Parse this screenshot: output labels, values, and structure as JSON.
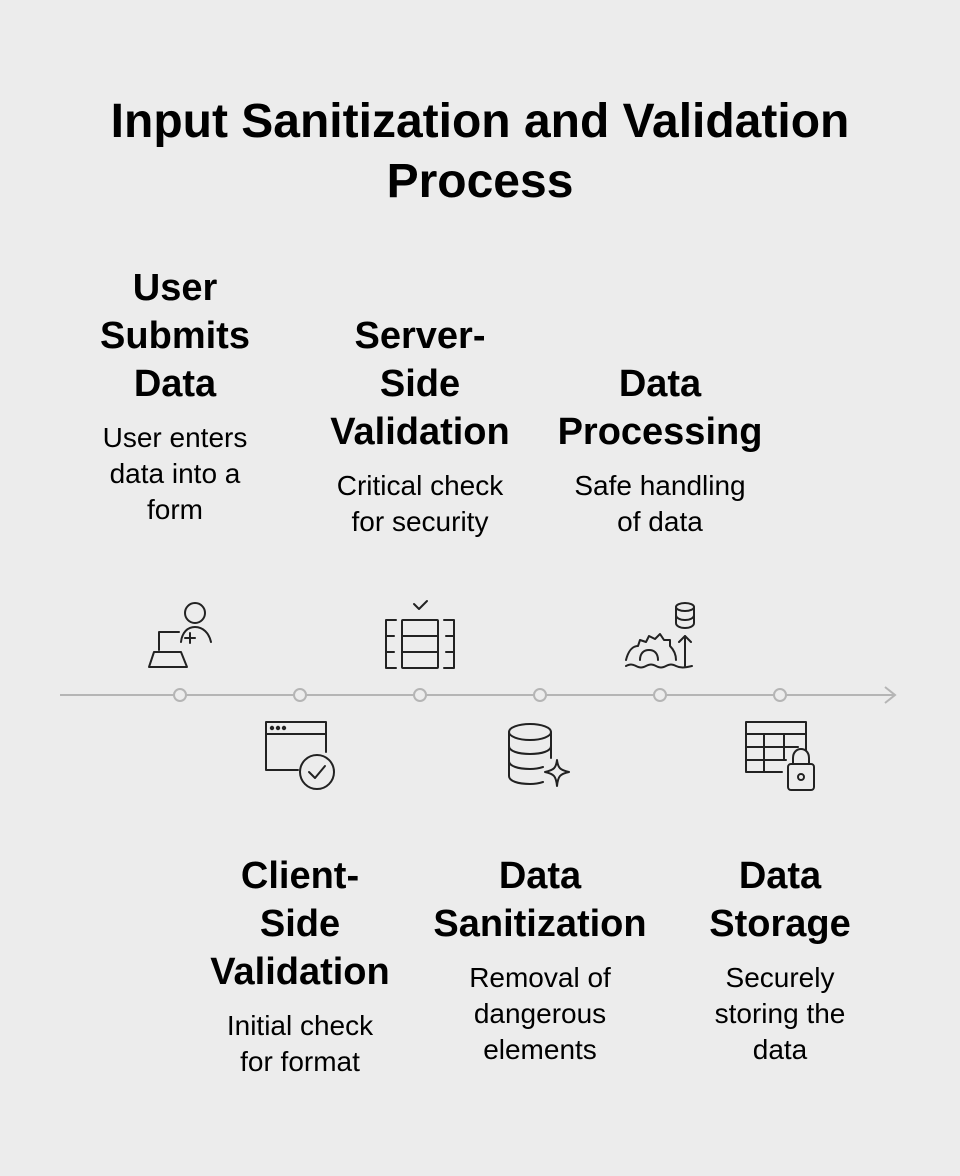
{
  "title_lines": [
    "Input Sanitization and Validation",
    "Process"
  ],
  "steps": [
    {
      "heading_lines": [
        "User",
        "Submits",
        "Data"
      ],
      "desc_lines": [
        "User enters",
        "data into a",
        "form"
      ],
      "icon": "user-laptop-icon"
    },
    {
      "heading_lines": [
        "Client-",
        "Side",
        "Validation"
      ],
      "desc_lines": [
        "Initial check",
        "for format"
      ],
      "icon": "browser-check-icon"
    },
    {
      "heading_lines": [
        "Server-",
        "Side",
        "Validation"
      ],
      "desc_lines": [
        "Critical check",
        "for security"
      ],
      "icon": "server-check-icon"
    },
    {
      "heading_lines": [
        "Data",
        "Sanitization"
      ],
      "desc_lines": [
        "Removal of",
        "dangerous",
        "elements"
      ],
      "icon": "database-sparkle-icon"
    },
    {
      "heading_lines": [
        "Data",
        "Processing"
      ],
      "desc_lines": [
        "Safe handling",
        "of data"
      ],
      "icon": "gears-database-icon"
    },
    {
      "heading_lines": [
        "Data",
        "Storage"
      ],
      "desc_lines": [
        "Securely",
        "storing the",
        "data"
      ],
      "icon": "table-lock-icon"
    }
  ],
  "colors": {
    "background": "#ececec",
    "line": "#b5b5b5",
    "icon": "#222222"
  }
}
